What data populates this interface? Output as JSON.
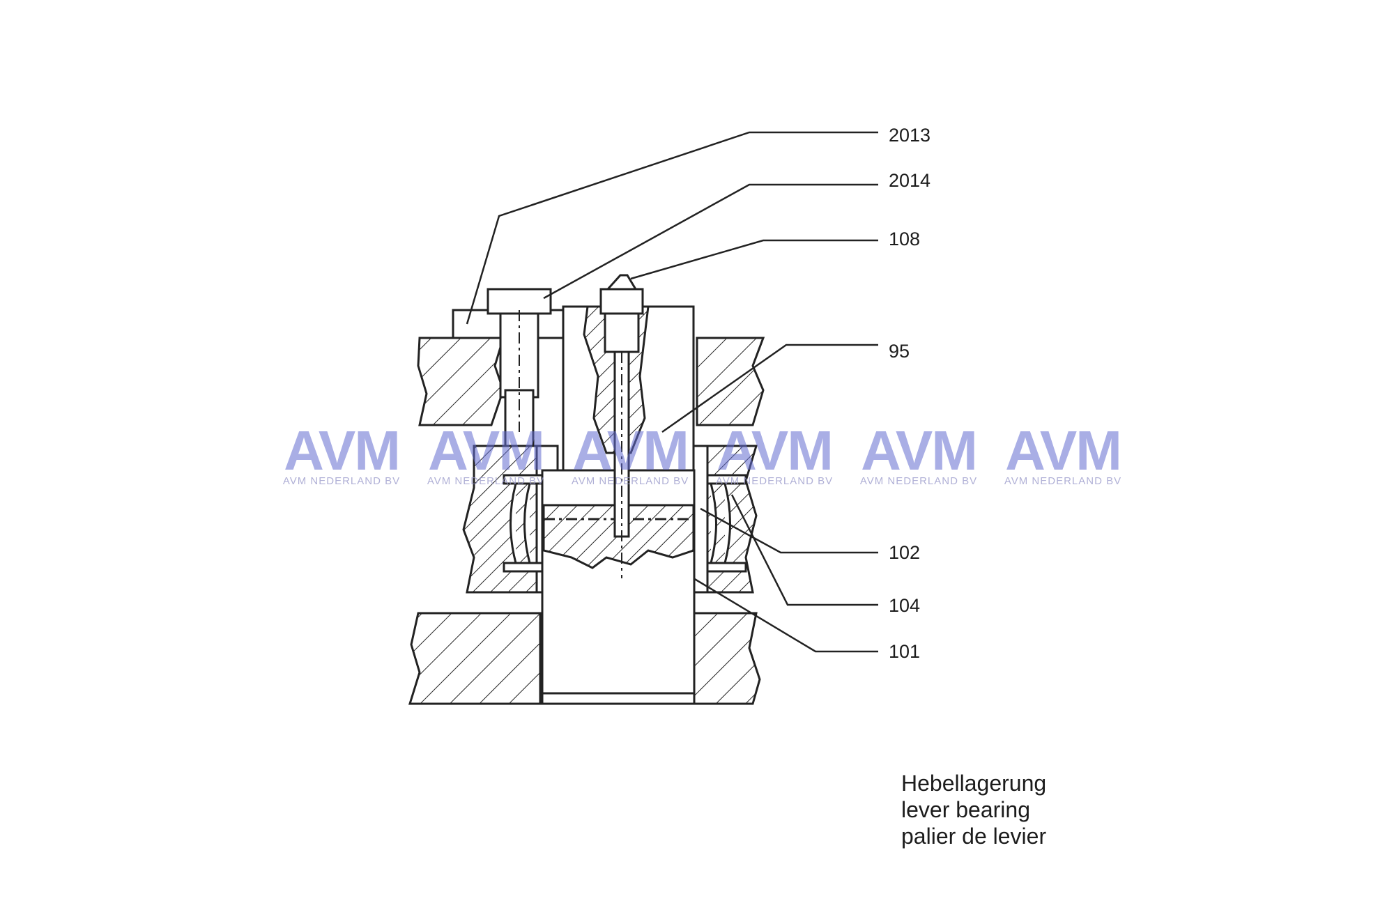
{
  "callouts": [
    "2013",
    "2014",
    "108",
    "95",
    "102",
    "104",
    "101"
  ],
  "caption": [
    "Hebellagerung",
    "lever bearing",
    "palier de levier"
  ],
  "watermark": {
    "logo": "AVM",
    "subtitle": "AVM NEDERLAND BV",
    "color": "#6f78d0"
  }
}
